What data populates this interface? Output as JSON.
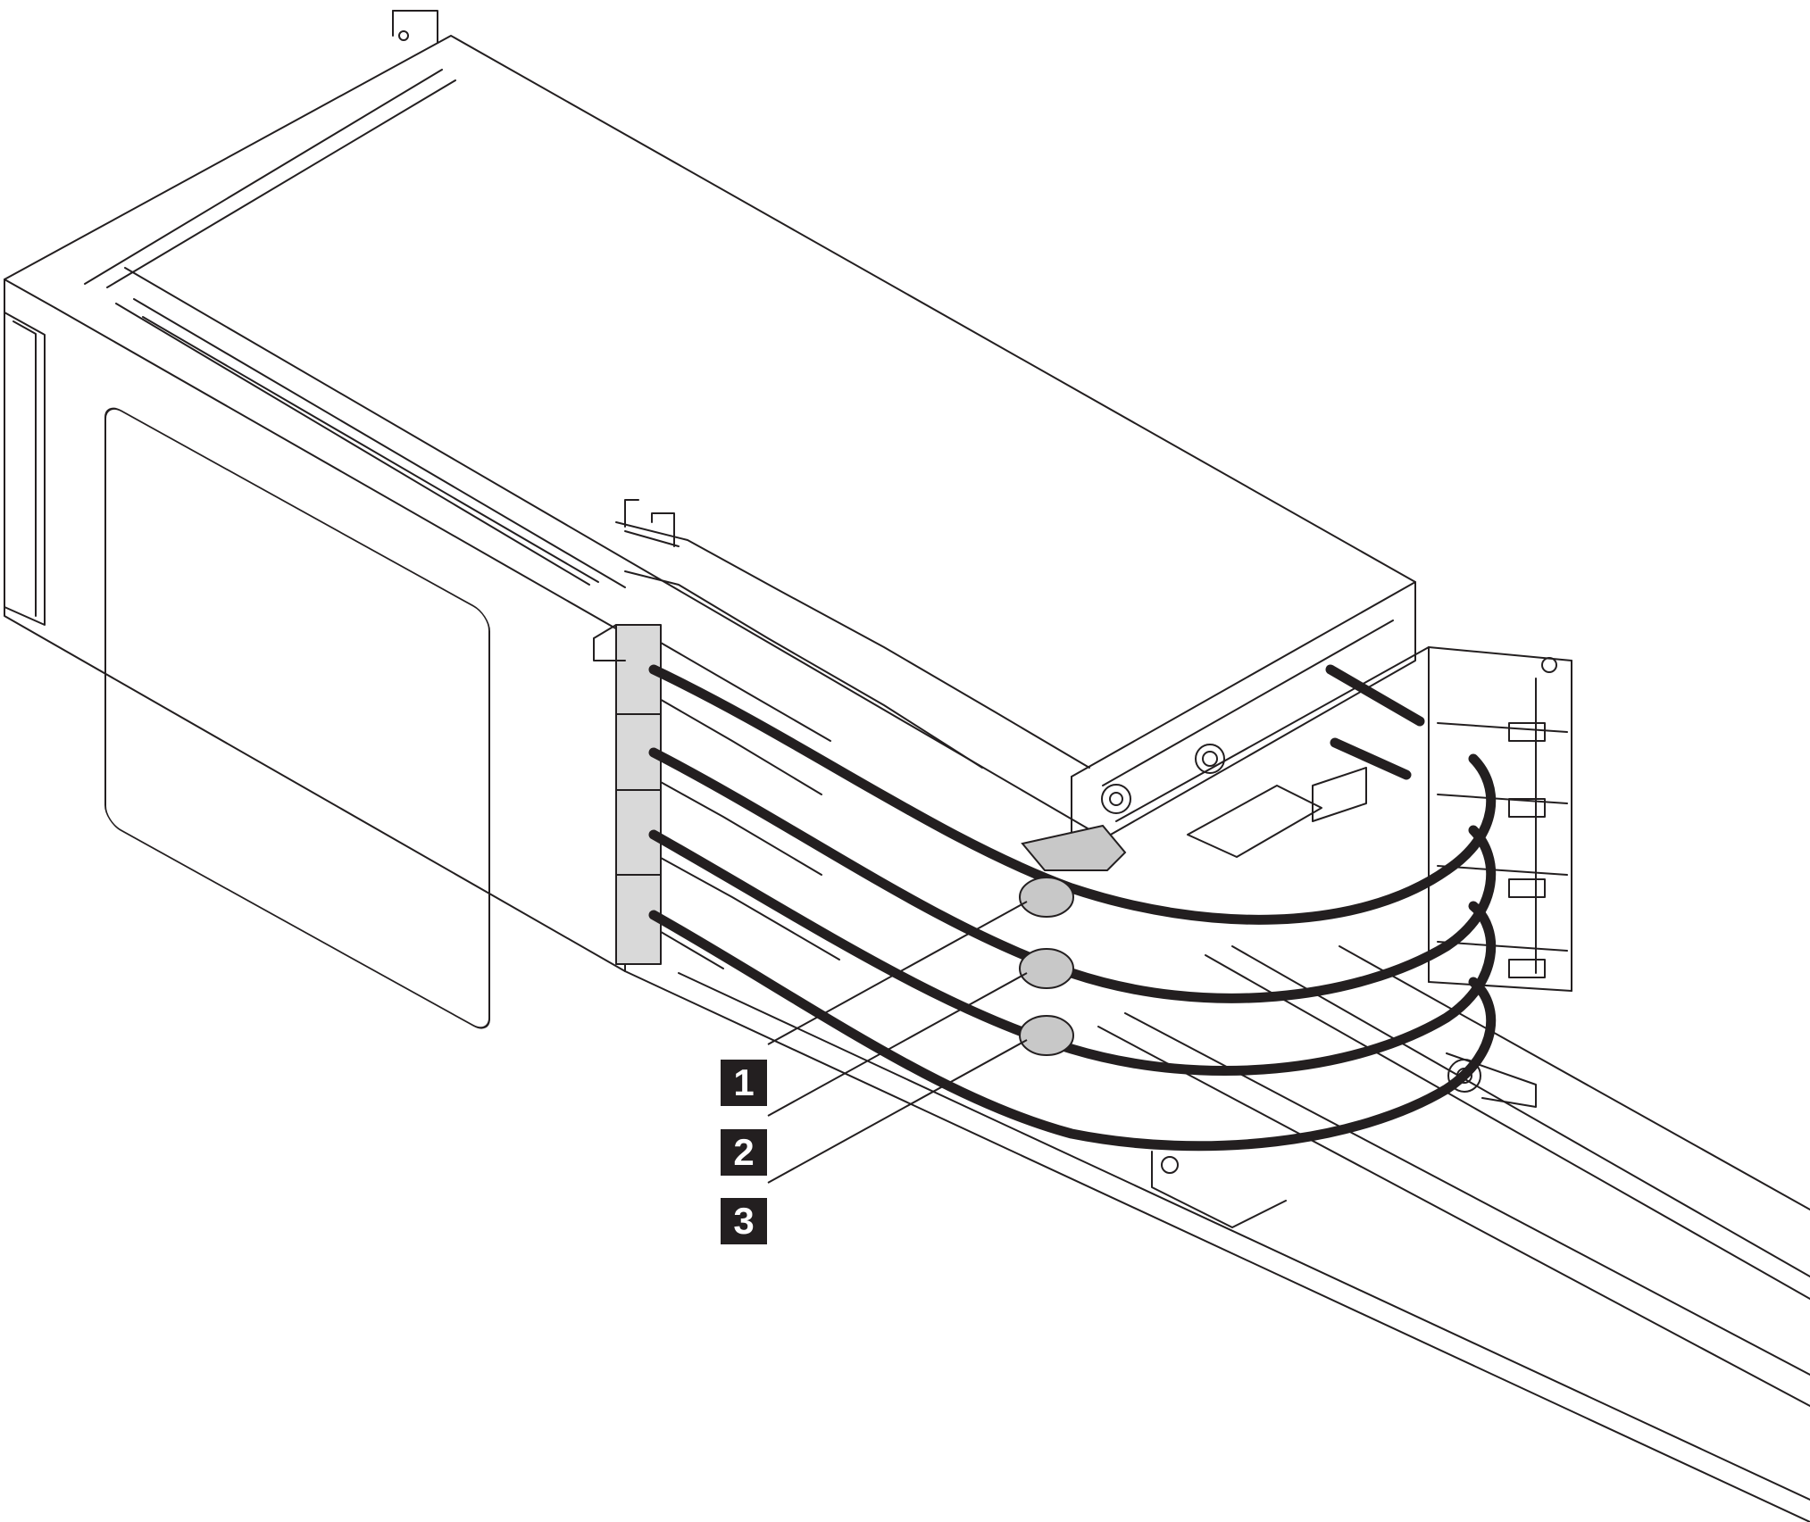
{
  "colors": {
    "line": "#231f20",
    "cable": "#231f20",
    "connector_fill": "#d9d9d9",
    "clip_fill": "#c8c8c8",
    "callout_bg": "#231f20",
    "callout_text": "#ffffff",
    "background": "#ffffff"
  },
  "callouts": [
    {
      "id": "1",
      "label": "1"
    },
    {
      "id": "2",
      "label": "2"
    },
    {
      "id": "3",
      "label": "3"
    }
  ]
}
